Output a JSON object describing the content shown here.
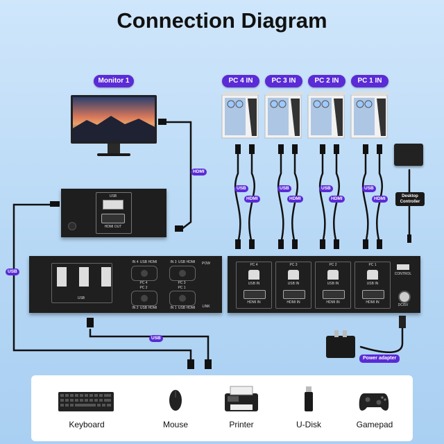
{
  "title": "Connection Diagram",
  "monitor_label": "Monitor 1",
  "pc_labels": [
    "PC 4 IN",
    "PC 3 IN",
    "PC 2 IN",
    "PC 1 IN"
  ],
  "cable_tags": {
    "hdmi_monitor": "HDMI",
    "usb_left": "USB",
    "usb_bottom": "USB",
    "usb": "USB",
    "hdmi": "HDMI"
  },
  "desktop_controller": "Desktop Controller",
  "power_adapter": "Power adapter",
  "front_box": {
    "usb_label": "USB",
    "hdmi_out": "HDMI OUT"
  },
  "main_front": {
    "usb_label": "USB",
    "pc_labels": [
      "PC 4",
      "PC 3",
      "PC 2",
      "PC 1"
    ],
    "pow": "POW",
    "link": "LINK",
    "hub_labels": [
      "IN 4",
      "USB",
      "HDMI",
      "IN 3",
      "USB",
      "HDMI",
      "IN 2",
      "USB",
      "HDMI",
      "IN 1",
      "USB",
      "HDMI"
    ]
  },
  "main_back": {
    "ports": [
      {
        "pc": "PC 4",
        "usb": "USB IN",
        "hdmi": "HDMI IN"
      },
      {
        "pc": "PC 3",
        "usb": "USB IN",
        "hdmi": "HDMI IN"
      },
      {
        "pc": "PC 2",
        "usb": "USB IN",
        "hdmi": "HDMI IN"
      },
      {
        "pc": "PC 1",
        "usb": "USB IN",
        "hdmi": "HDMI IN"
      }
    ],
    "control": "CONTROL",
    "dc": "DC/5V"
  },
  "peripherals": [
    "Keyboard",
    "Mouse",
    "Printer",
    "U-Disk",
    "Gamepad"
  ],
  "colors": {
    "accent": "#5a2bd6",
    "device": "#1b1b1b",
    "cable": "#111111"
  }
}
